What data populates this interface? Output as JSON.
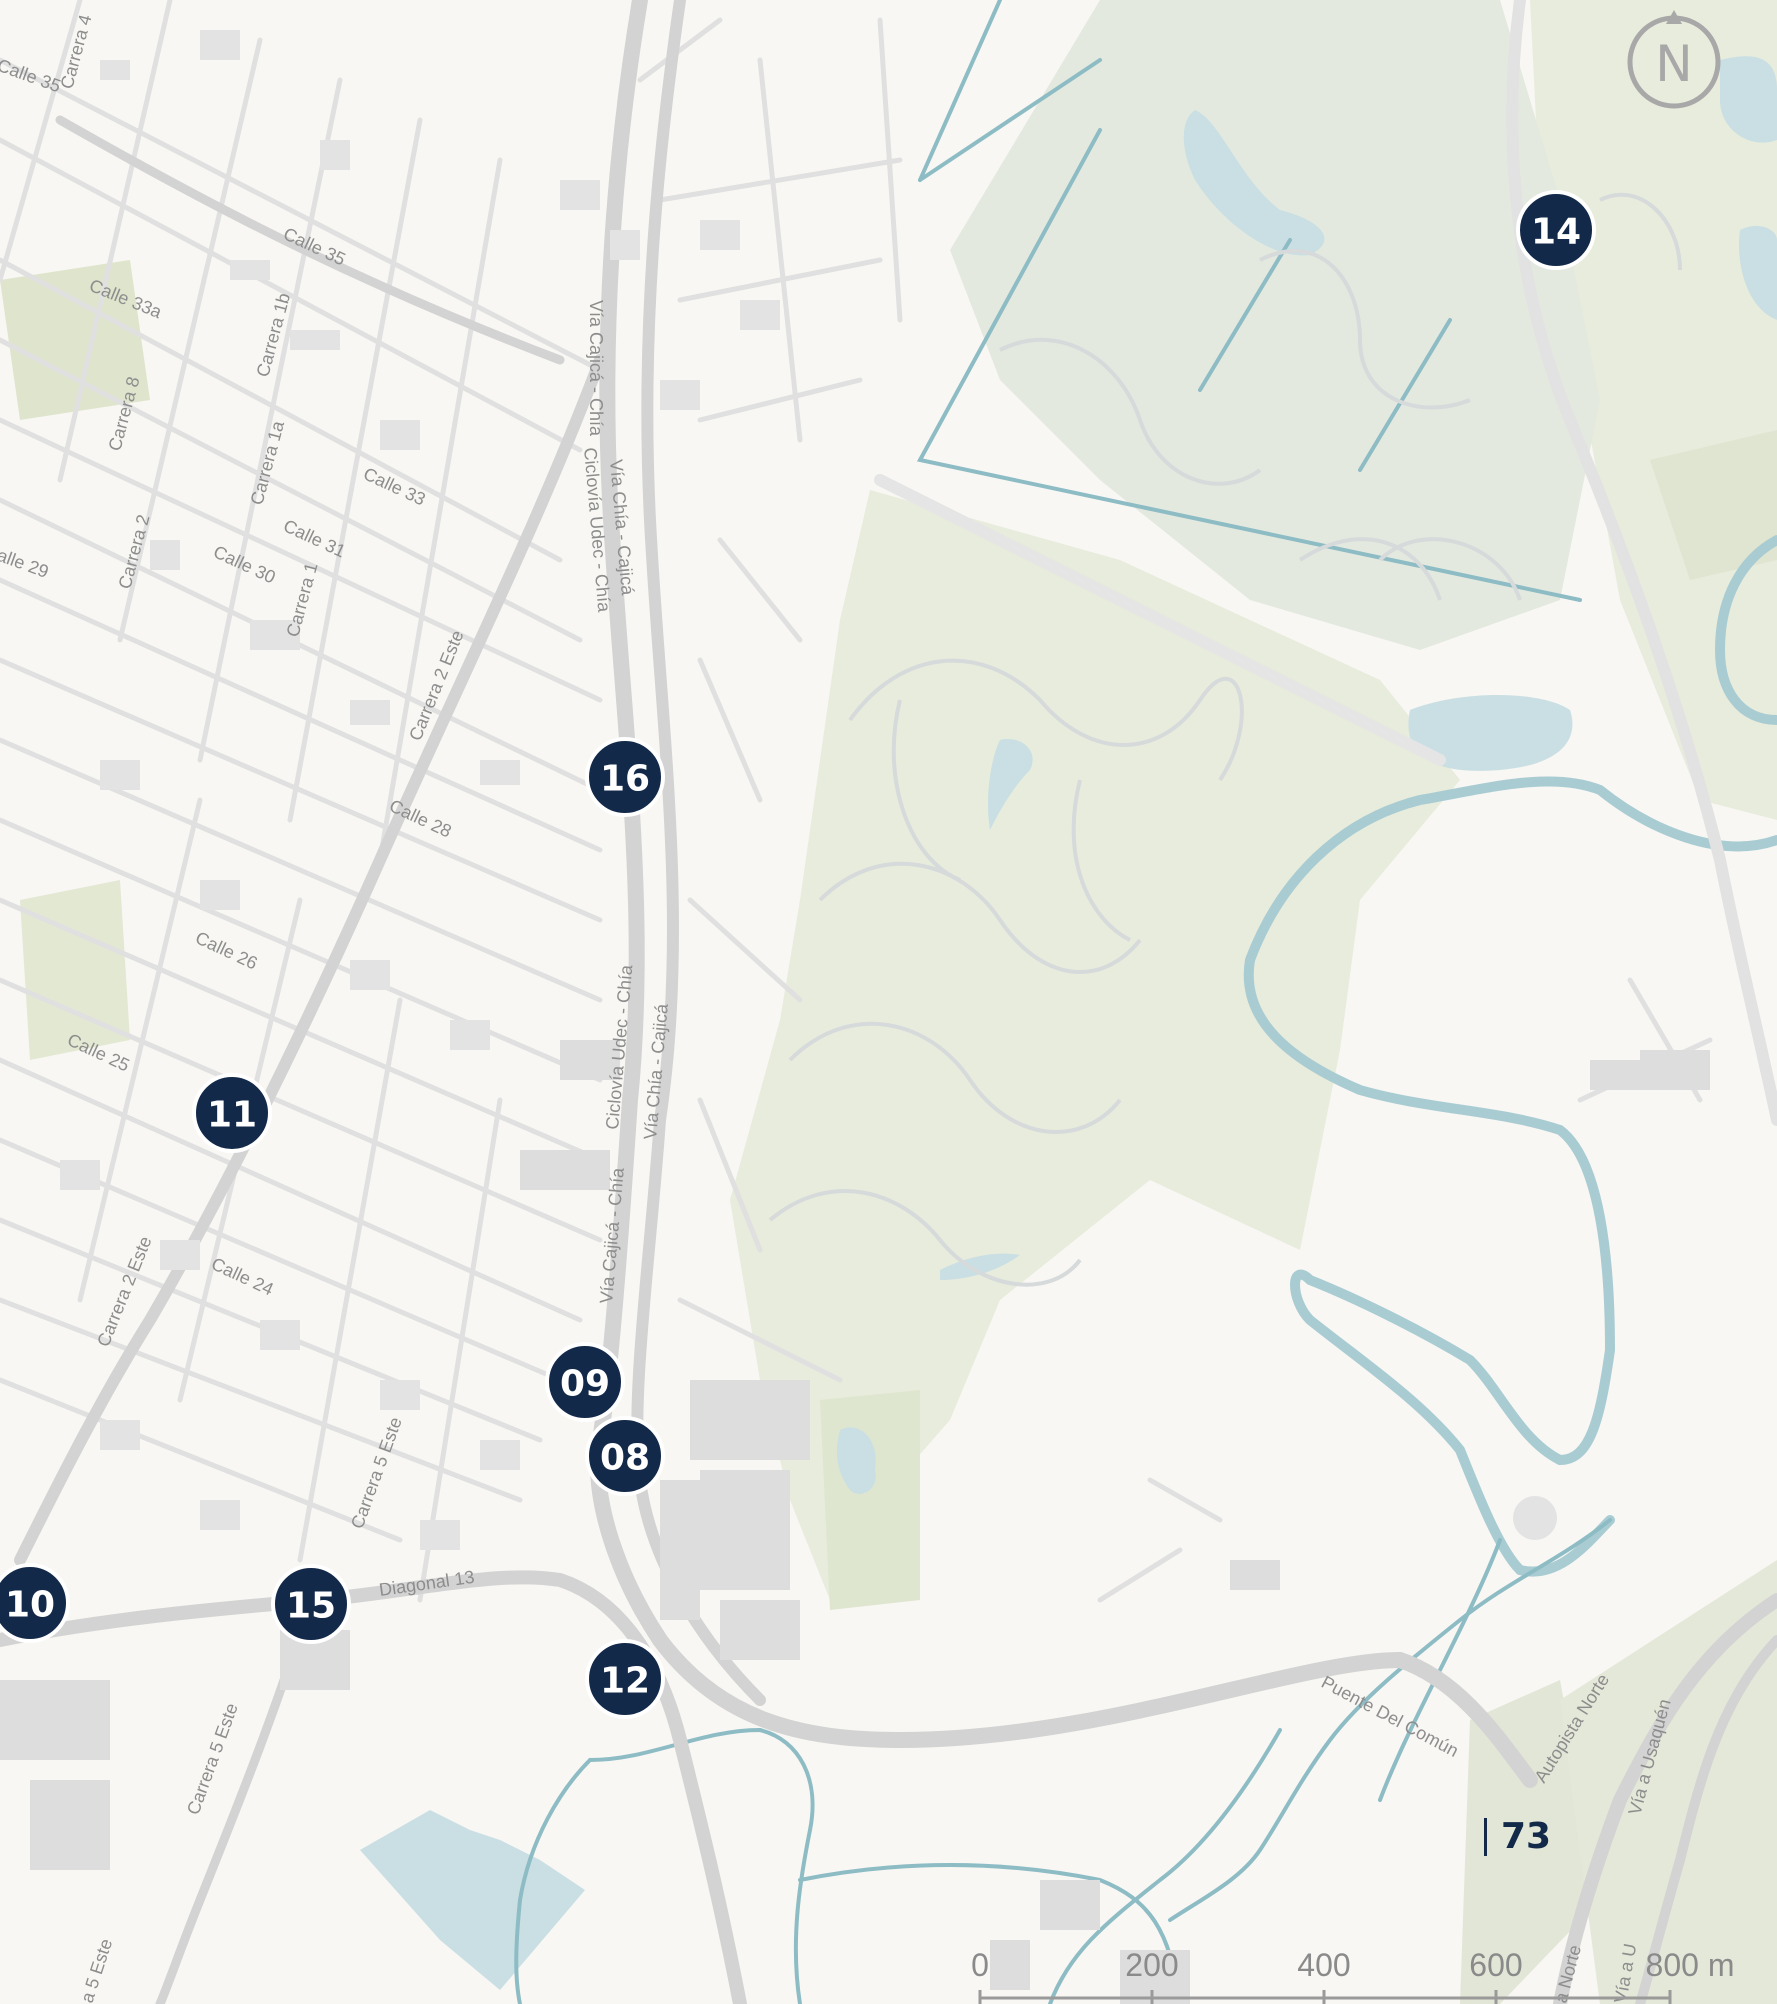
{
  "map": {
    "background": "#f8f7f3",
    "colors": {
      "road": "#dcdcdc",
      "road_major": "#d2d2d2",
      "green": "#e6ead8",
      "water": "#c9dfe3",
      "water_line": "#8dbcc5",
      "marker": "#13294a"
    },
    "markers": [
      {
        "id": "16",
        "label": "16"
      },
      {
        "id": "14",
        "label": "14"
      },
      {
        "id": "11",
        "label": "11"
      },
      {
        "id": "09",
        "label": "09"
      },
      {
        "id": "08",
        "label": "08"
      },
      {
        "id": "10",
        "label": "10"
      },
      {
        "id": "15",
        "label": "15"
      },
      {
        "id": "12",
        "label": "12"
      }
    ],
    "street_labels": [
      "Calle 35",
      "Calle 35",
      "Calle 33a",
      "Carrera 1b",
      "Carrera 8",
      "Carrera 1a",
      "Calle 33",
      "Carrera 2",
      "Calle 31",
      "Calle 30",
      "Carrera 1",
      "alle 29",
      "Carrera 2 Este",
      "Calle 28",
      "Calle 26",
      "Calle 25",
      "Calle 24",
      "Carrera 2 Este",
      "Carrera 5 Este",
      "Diagonal 13",
      "Carrera 5 Este",
      "a 5 Este",
      "Vía Cajicá - Chía",
      "Ciclovía Udec - Chía",
      "Vía Chía - Cajicá",
      "Ciclovía Udec - Chía",
      "Vía Chía - Cajicá",
      "Vía Cajicá - Chía",
      "Puente Del Común",
      "Autopista Norte",
      "Vía a Usaquén",
      "a Norte",
      "Vía a U",
      "Carrera 4"
    ],
    "scale_bar": {
      "ticks": [
        "0",
        "200",
        "400",
        "600",
        "800 m"
      ]
    },
    "compass": {
      "label": "N",
      "icon": "north-arrow-icon"
    },
    "page_number": "73"
  }
}
